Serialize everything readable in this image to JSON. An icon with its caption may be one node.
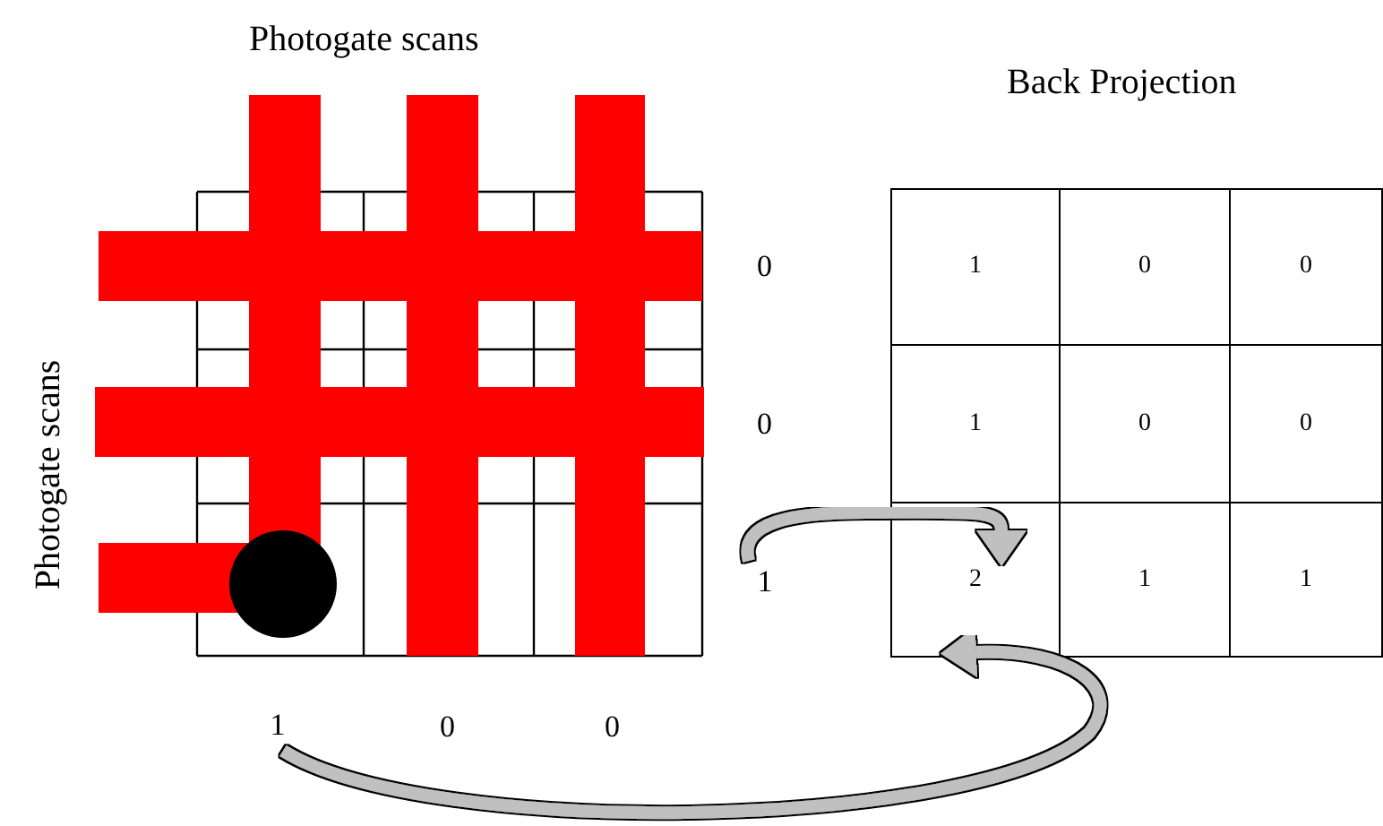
{
  "diagram": {
    "nodes": [
      {
        "text": [
          "1"
        ]
      },
      {
        "text": [
          "0"
        ]
      },
      {
        "text": [
          "0"
        ]
      },
      {
        "text": [
          "1"
        ]
      },
      {
        "text": [
          "0"
        ]
      },
      {
        "text": [
          "0"
        ]
      },
      {
        "text": [
          "2"
        ]
      },
      {
        "text": [
          "1"
        ]
      },
      {
        "text": [
          "1"
        ]
      },
      {
        "text": [
          "1"
        ]
      },
      {
        "text": [
          "1"
        ]
      }
    ],
    "edges": [
      {
        "from": 9,
        "to": 6,
        "arrow": "to"
      },
      {
        "from": 10,
        "to": 6,
        "arrow": "to"
      }
    ],
    "labels": [
      "Photogate scans",
      "Back Projection",
      "Photogate scans",
      "0",
      "0",
      "0",
      "0"
    ]
  }
}
